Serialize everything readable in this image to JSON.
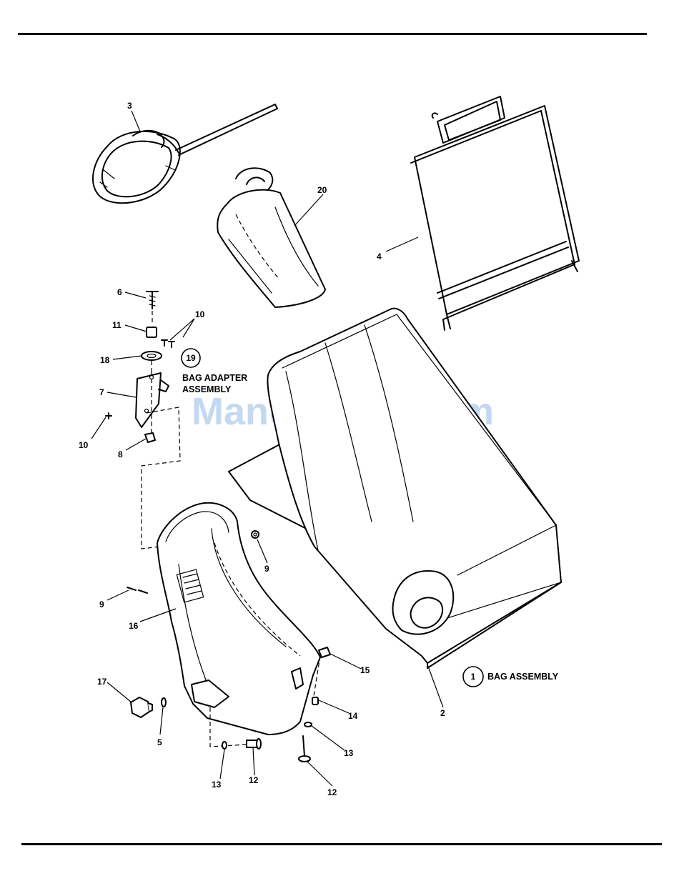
{
  "watermark": "ManualsLib.com",
  "callouts": {
    "bag_assembly": {
      "number": "1",
      "text": "BAG ASSEMBLY"
    },
    "bag_adapter_assembly": {
      "number": "19",
      "line1": "BAG ADAPTER",
      "line2": "ASSEMBLY"
    }
  },
  "part_labels": {
    "p2": "2",
    "p3": "3",
    "p4": "4",
    "p5": "5",
    "p6": "6",
    "p7": "7",
    "p8": "8",
    "p9a": "9",
    "p9b": "9",
    "p10a": "10",
    "p10b": "10",
    "p11": "11",
    "p12a": "12",
    "p12b": "12",
    "p13a": "13",
    "p13b": "13",
    "p14": "14",
    "p15": "15",
    "p16": "16",
    "p17": "17",
    "p18": "18",
    "p20": "20"
  }
}
